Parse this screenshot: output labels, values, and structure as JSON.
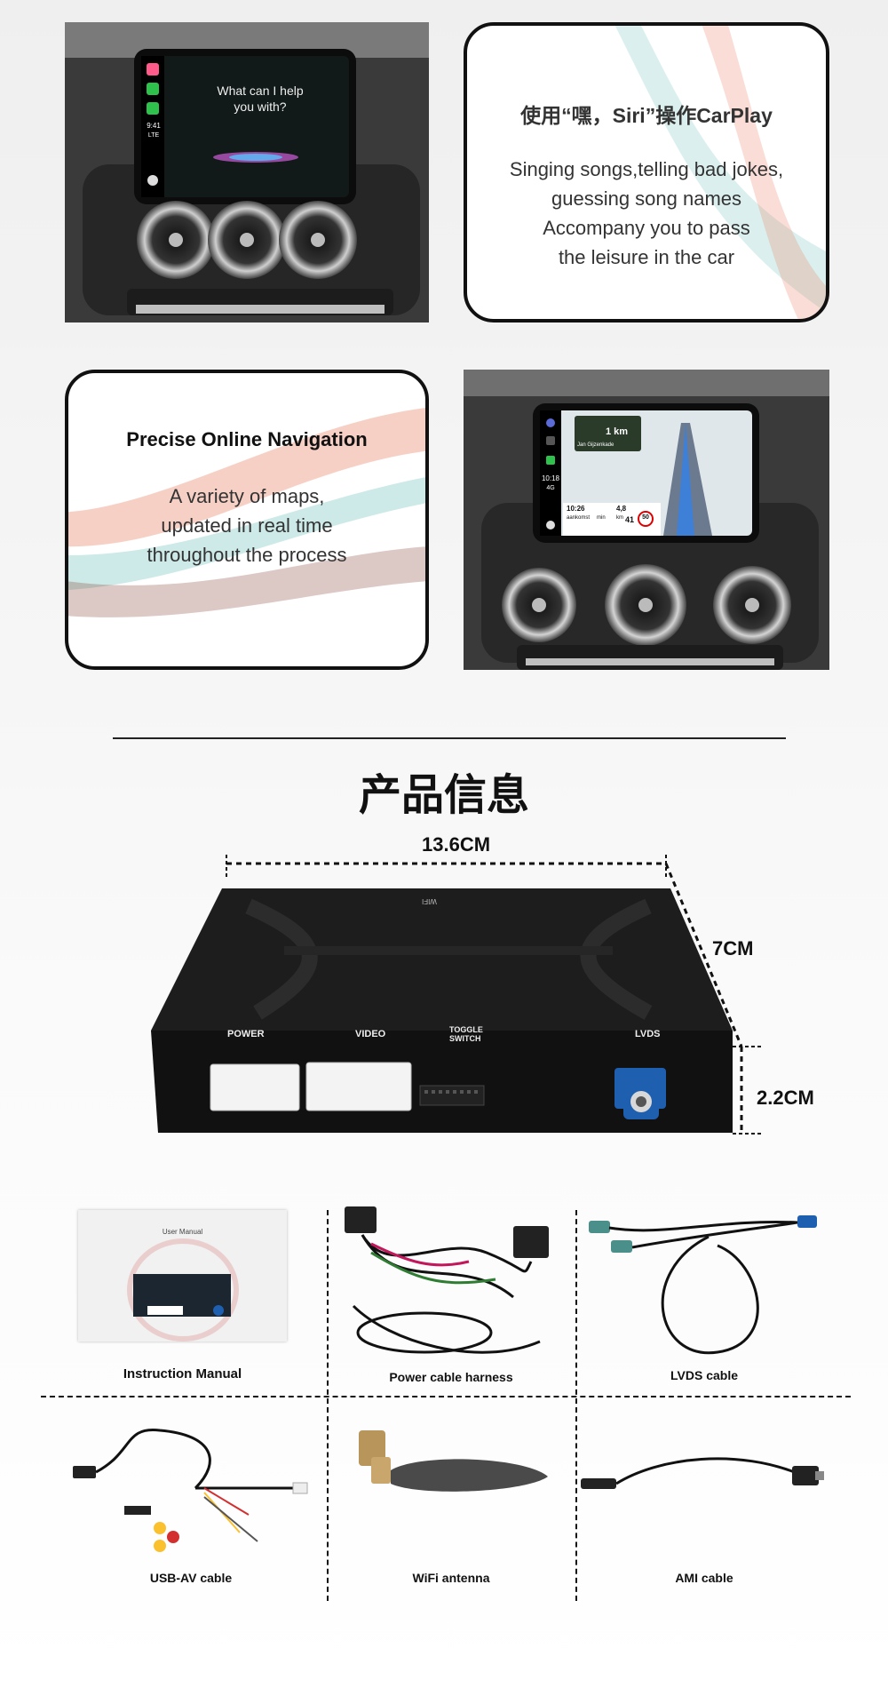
{
  "siri_screen": {
    "prompt": "What can I help\nyou with?",
    "time": "9:41",
    "network": "LTE"
  },
  "siri_card": {
    "title": "使用“嘿，Siri”操作CarPlay",
    "body": "Singing songs,telling bad jokes,\nguessing song names\nAccompany you to pass\nthe leisure in the car"
  },
  "nav_card": {
    "title": "Precise Online Navigation",
    "body": "A variety of maps,\nupdated in real time\nthroughout the process"
  },
  "nav_screen": {
    "distance": "1 km",
    "street": "Jan Gijzenkade",
    "time": "10:18",
    "network": "4G",
    "eta": "10:26",
    "remaining": "4,8",
    "speed": "41",
    "limit": "50",
    "eta_label": "aankomst",
    "min_label": "min",
    "km_label": "km"
  },
  "section_title": "产品信息",
  "device": {
    "width": "13.6CM",
    "depth": "7CM",
    "height": "2.2CM",
    "ports": {
      "power": "POWER",
      "video": "VIDEO",
      "toggle": "TOGGLE\nSWITCH",
      "lvds": "LVDS",
      "wifi": "WIFI"
    }
  },
  "manual_cover": {
    "title": "User Manual"
  },
  "items": [
    {
      "label": "Instruction Manual"
    },
    {
      "label": "Power cable harness"
    },
    {
      "label": "LVDS cable"
    },
    {
      "label": "USB-AV cable"
    },
    {
      "label": "WiFi antenna"
    },
    {
      "label": "AMI cable"
    }
  ],
  "colors": {
    "accent_blue": "#1f5fb0",
    "card_stripe_teal": "#6fc3bd",
    "card_stripe_orange": "#e8775a"
  }
}
